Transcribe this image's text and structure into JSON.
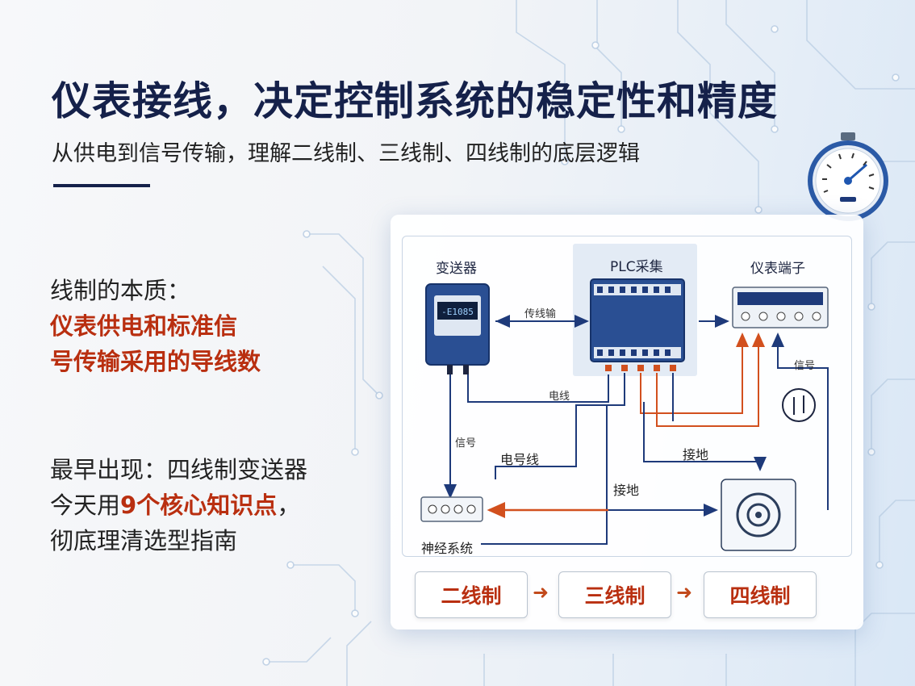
{
  "header": {
    "title": "仪表接线，决定控制系统的稳定性和精度",
    "subtitle": "从供电到信号传输，理解二线制、三线制、四线制的底层逻辑"
  },
  "left": {
    "essence_label": "线制的本质：",
    "essence_line1": "仪表供电和标准信",
    "essence_line2": "号传输采用的导线数",
    "origin_line": "最早出现：四线制变送器",
    "today_prefix": "今天用",
    "today_highlight": "9个核心知识点",
    "today_suffix": "，",
    "guide_line": "彻底理清选型指南"
  },
  "diagram": {
    "transmitter_label": "变送器",
    "transmitter_display": "-E1085",
    "plc_label": "PLC采集",
    "terminal_label": "仪表端子",
    "transmit_label": "传线输",
    "power_label": "电线",
    "signal_label_left": "信号",
    "signal_label_right": "信号",
    "signal_wire_label": "电号线",
    "ground_label_1": "接地",
    "ground_label_2": "接地",
    "nerve_label": "神经系统"
  },
  "wire_types": [
    "二线制",
    "三线制",
    "四线制"
  ],
  "icons": {
    "transmitter": "transmitter-icon",
    "plc": "plc-module-icon",
    "terminal": "terminal-block-icon",
    "gauge": "pressure-gauge-icon",
    "ground": "ground-device-icon",
    "current": "current-loop-icon",
    "arrow": "arrow-right-icon"
  },
  "colors": {
    "title": "#15214a",
    "accent_red": "#b92f10",
    "wire_blue": "#1e3a7a",
    "wire_orange": "#d2501e"
  }
}
